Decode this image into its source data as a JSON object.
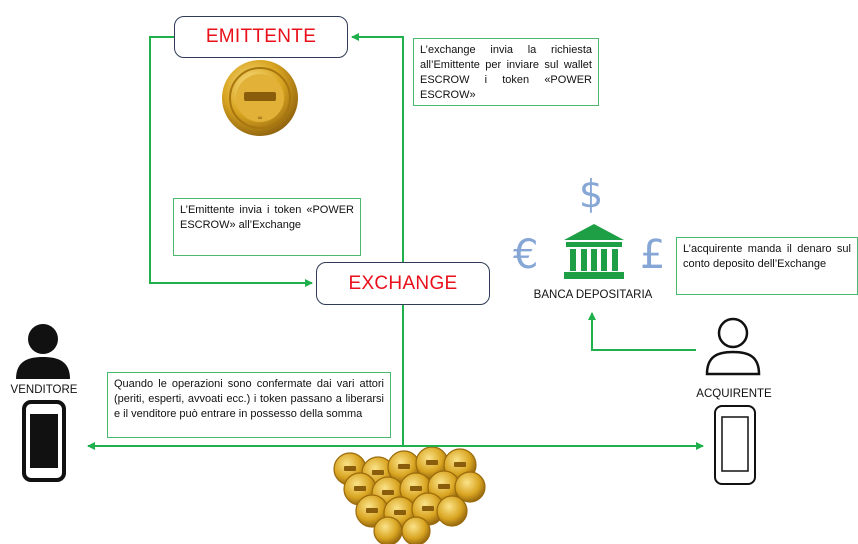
{
  "nodes": {
    "issuer": "EMITTENTE",
    "exchange": "EXCHANGE",
    "bank": "BANCA DEPOSITARIA",
    "seller": "VENDITORE",
    "buyer": "ACQUIRENTE"
  },
  "notes": {
    "exchange_request": "L’exchange invia la richiesta all’Emittente per inviare sul wallet ESCROW i token «POWER ESCROW»",
    "issuer_sends": "L’Emittente invia i token «POWER ESCROW» all’Exchange",
    "buyer_deposit": "L’acquirente manda il denaro sul conto deposito dell’Exchange",
    "release": "Quando le operazioni sono confermate dai vari attori (periti, esperti, avvoati ecc.) i token passano a liberarsi e il venditore può entrare in possesso della somma"
  },
  "currency_symbols": {
    "dollar": "$",
    "euro": "€",
    "pound": "£"
  },
  "colors": {
    "arrow": "#1fb04b",
    "node_text": "#e8101a",
    "node_border": "#2f3b57",
    "currency": "#86a6d6",
    "bank_icon": "#1e9f45",
    "gold": "#d9a521"
  },
  "icons": [
    "power-token-coin-icon",
    "bank-building-icon",
    "person-icon",
    "smartphone-icon",
    "coin-pile-icon"
  ]
}
